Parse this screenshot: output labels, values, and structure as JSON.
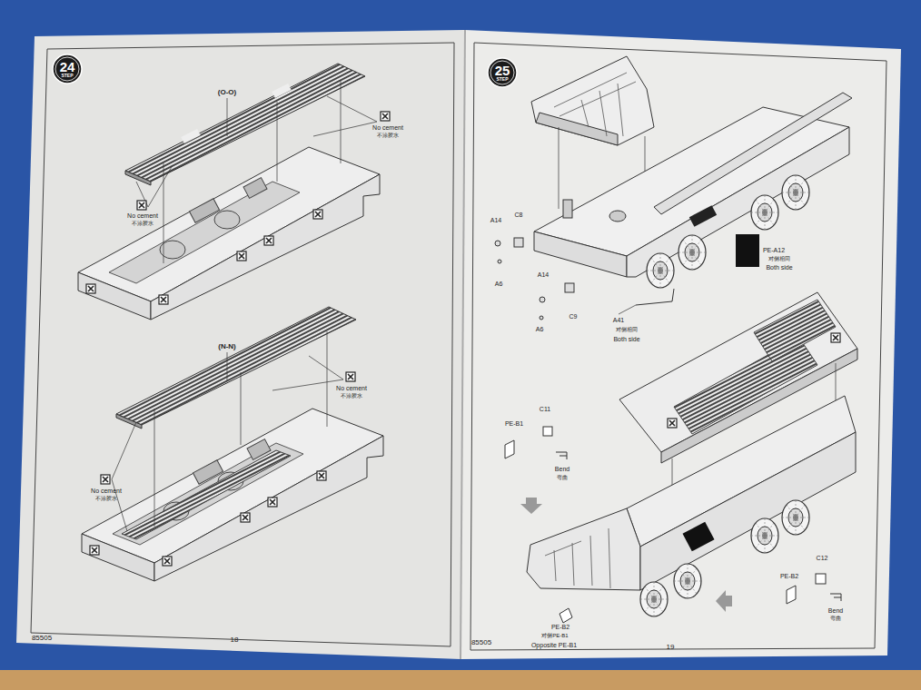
{
  "diagram": {
    "nodes": [
      {
        "text": [
          "24",
          "STEP"
        ]
      },
      {
        "text": [
          "25",
          "STEP"
        ]
      }
    ],
    "labels": [
      "(O-O)",
      "No cement",
      "不涂胶水",
      "No cement",
      "不涂胶水",
      "(N-N)",
      "No cement",
      "不涂胶水",
      "No cement",
      "不涂胶水",
      "85505",
      "18",
      "A14",
      "C8",
      "A6",
      "A14",
      "C9",
      "A6",
      "PE-A12",
      "对侧相同",
      "Both side",
      "A41",
      "对侧相同",
      "Both side",
      "C11",
      "PE-B1",
      "Bend",
      "弯曲",
      "C12",
      "PE-B2",
      "Bend",
      "弯曲",
      "PE-B2",
      "对侧PE-B1",
      "Opposite PE-B1",
      "85505",
      "19"
    ]
  }
}
